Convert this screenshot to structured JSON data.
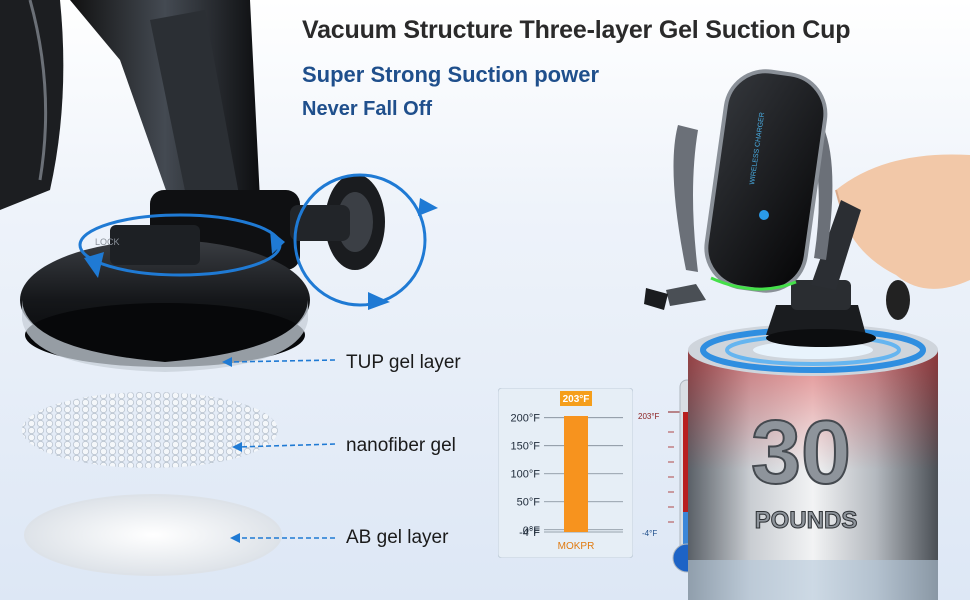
{
  "headline": {
    "title": "Vacuum Structure Three-layer Gel Suction Cup",
    "subtitle_1": "Super Strong Suction power",
    "subtitle_2": "Never Fall Off"
  },
  "layers": [
    {
      "label": "TUP gel layer"
    },
    {
      "label": "nanofiber gel"
    },
    {
      "label": "AB gel layer"
    }
  ],
  "mount": {
    "lock_text": "LOCK"
  },
  "phone_holder": {
    "screen_text": "WIRELESS CHARGER"
  },
  "weight": {
    "number": "30",
    "unit": "POUNDS"
  },
  "temperature_chart": {
    "top_value": "203°F",
    "brand": "MOKPR",
    "ticks": [
      "200°F",
      "150°F",
      "100°F",
      "50°F",
      "0°F",
      "-4°F"
    ]
  },
  "thermometer": {
    "max_label": "203°F",
    "min_label": "-4°F"
  },
  "chart_data": {
    "type": "bar",
    "categories": [
      "MOKPR"
    ],
    "values": [
      203
    ],
    "value_label": "203°F",
    "low_value": -4,
    "ylim": [
      -4,
      203
    ],
    "yticks": [
      200,
      150,
      100,
      50,
      0,
      -4
    ],
    "ytick_labels": [
      "200°F",
      "150°F",
      "100°F",
      "50°F",
      "0°F",
      "-4°F"
    ],
    "grid": true,
    "colors": {
      "bar": "#f7931e",
      "bar_label_bg": "#f59e1b"
    }
  },
  "colors": {
    "accent_blue": "#1f7ad4",
    "text_blue": "#1f4f8c",
    "ring_blue": "#2f8ee0"
  }
}
